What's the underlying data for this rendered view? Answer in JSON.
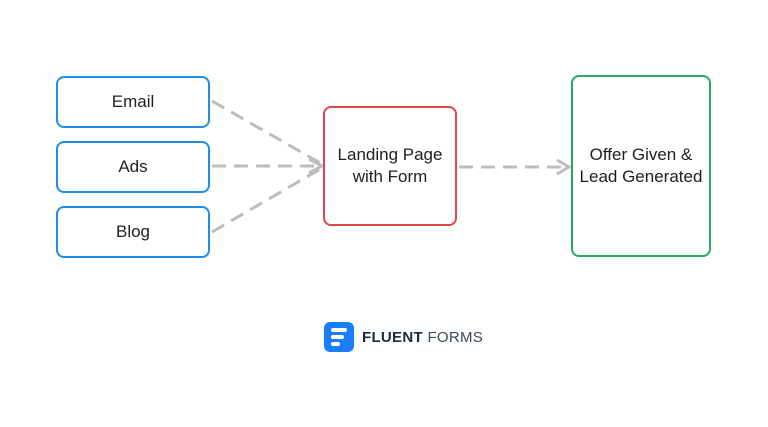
{
  "diagram": {
    "sources": [
      {
        "label": "Email"
      },
      {
        "label": "Ads"
      },
      {
        "label": "Blog"
      }
    ],
    "landing": {
      "label": "Landing Page\nwith Form"
    },
    "offer": {
      "label": "Offer Given &\nLead Generated"
    },
    "colors": {
      "source_border": "#1d8fe6",
      "landing_border": "#e04848",
      "offer_border": "#28a865",
      "edge": "#bdbdbd"
    }
  },
  "brand": {
    "name_bold": "FLUENT",
    "name_light": "FORMS",
    "icon": "fluent-forms-logo-icon",
    "color": "#1a7efb"
  }
}
